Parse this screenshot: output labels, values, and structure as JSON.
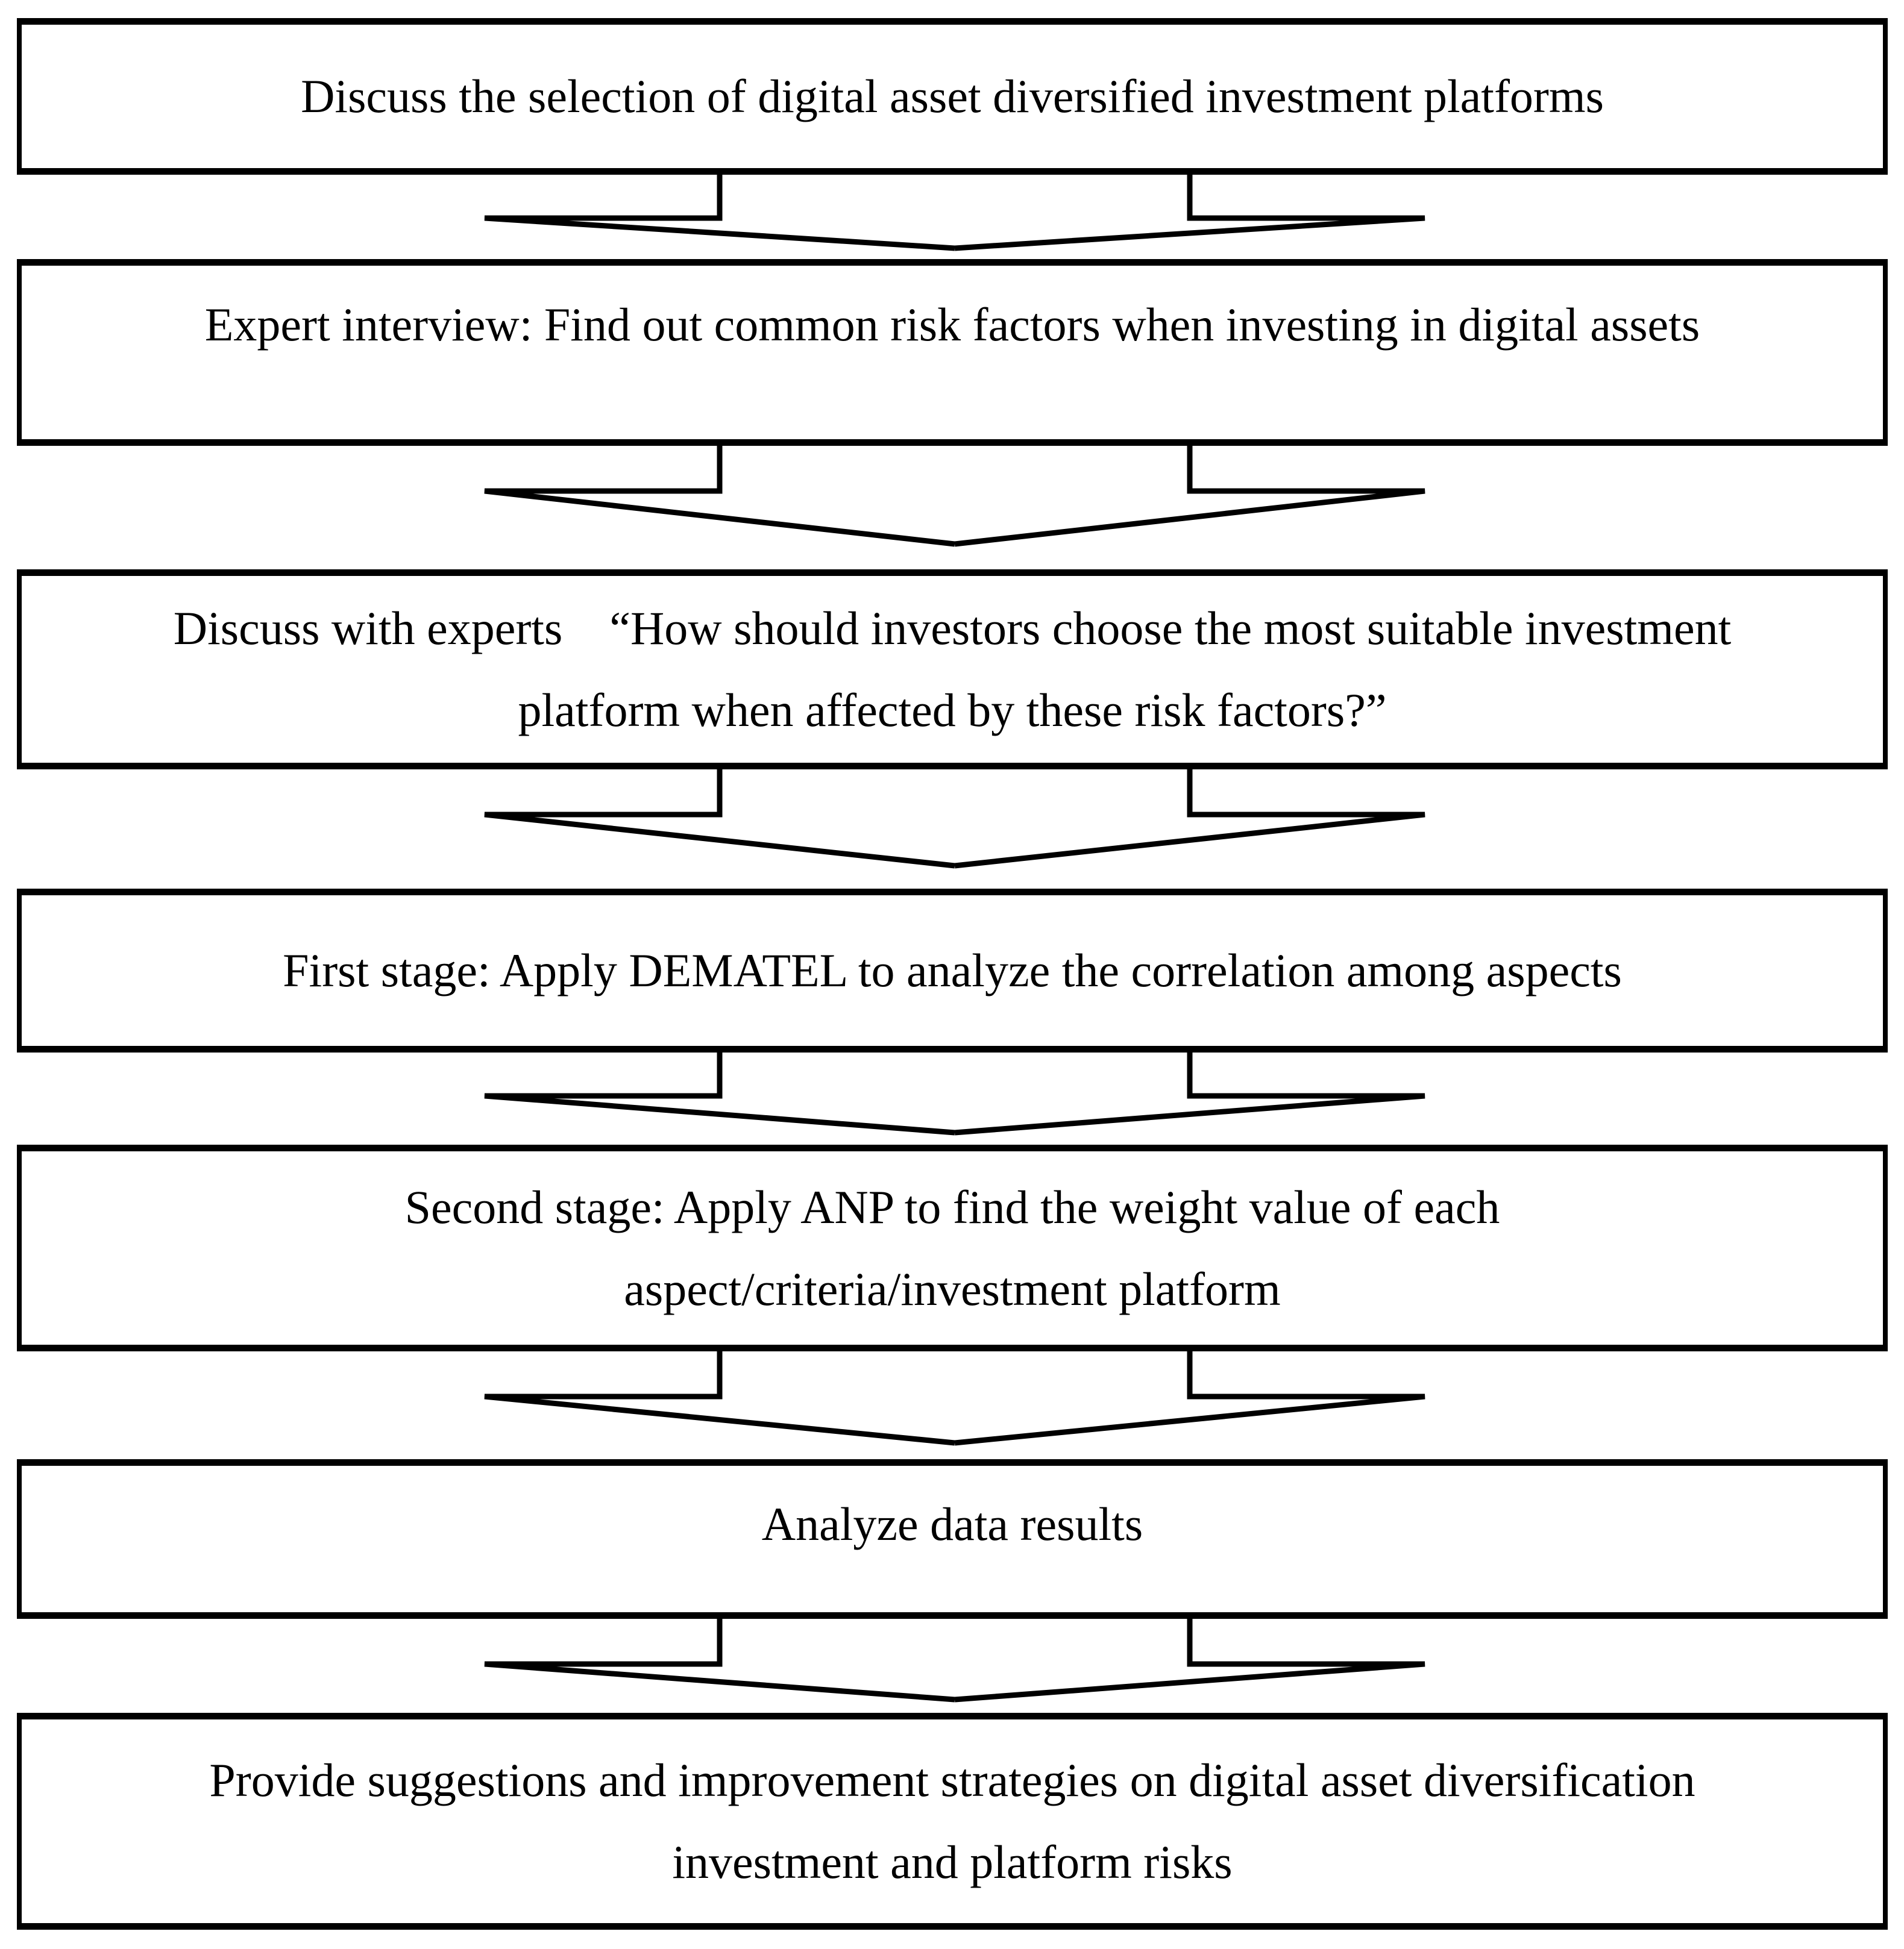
{
  "flowchart": {
    "background_color": "#ffffff",
    "line_color": "#000000",
    "steps": [
      {
        "lines": [
          "Discuss the selection of digital asset diversified investment platforms"
        ]
      },
      {
        "lines": [
          "Expert interview: Find out common risk factors when investing in digital assets"
        ]
      },
      {
        "lines": [
          "Discuss with experts　“How should investors choose the most suitable investment",
          "platform when affected by these risk factors?”"
        ]
      },
      {
        "lines": [
          "First stage: Apply DEMATEL to analyze the correlation among aspects"
        ]
      },
      {
        "lines": [
          "Second stage: Apply ANP to find the weight value of each",
          "aspect/criteria/investment platform"
        ]
      },
      {
        "lines": [
          "Analyze data results"
        ]
      },
      {
        "lines": [
          "Provide suggestions and improvement strategies on digital asset diversification",
          "investment and platform risks"
        ]
      }
    ]
  }
}
